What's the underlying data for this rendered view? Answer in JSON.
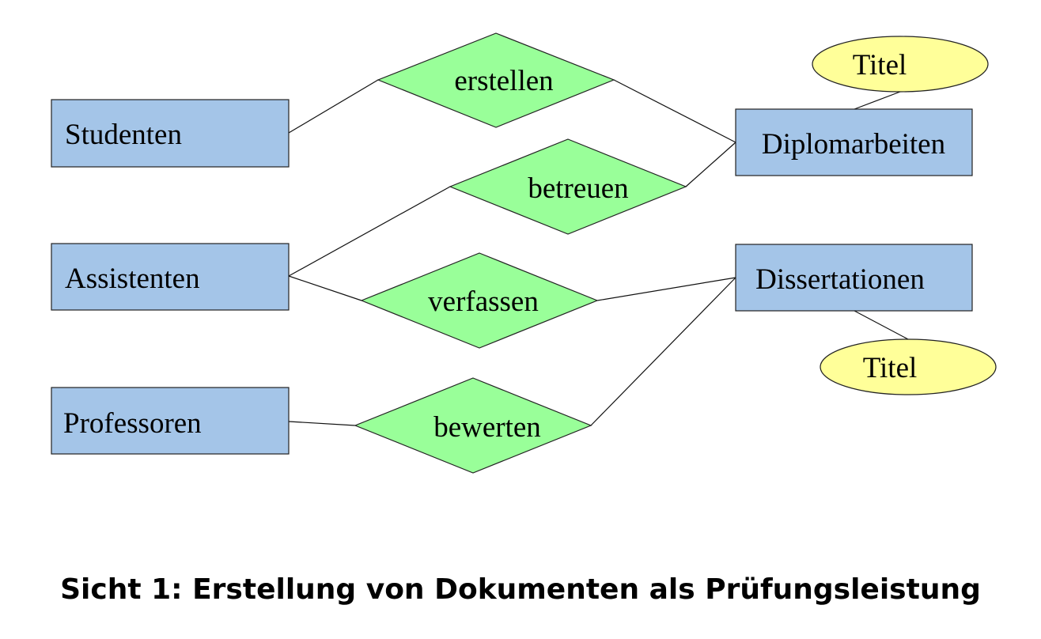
{
  "entities": {
    "studenten": "Studenten",
    "assistenten": "Assistenten",
    "professoren": "Professoren",
    "diplomarbeiten": "Diplomarbeiten",
    "dissertationen": "Dissertationen"
  },
  "relationships": {
    "erstellen": "erstellen",
    "betreuen": "betreuen",
    "verfassen": "verfassen",
    "bewerten": "bewerten"
  },
  "attributes": {
    "diplomarbeiten_titel": "Titel",
    "dissertationen_titel": "Titel"
  },
  "caption": "Sicht 1: Erstellung von Dokumenten als Prüfungsleistung",
  "colors": {
    "entity_fill": "#a4c5e8",
    "relationship_fill": "#99ff99",
    "attribute_fill": "#ffff99"
  }
}
